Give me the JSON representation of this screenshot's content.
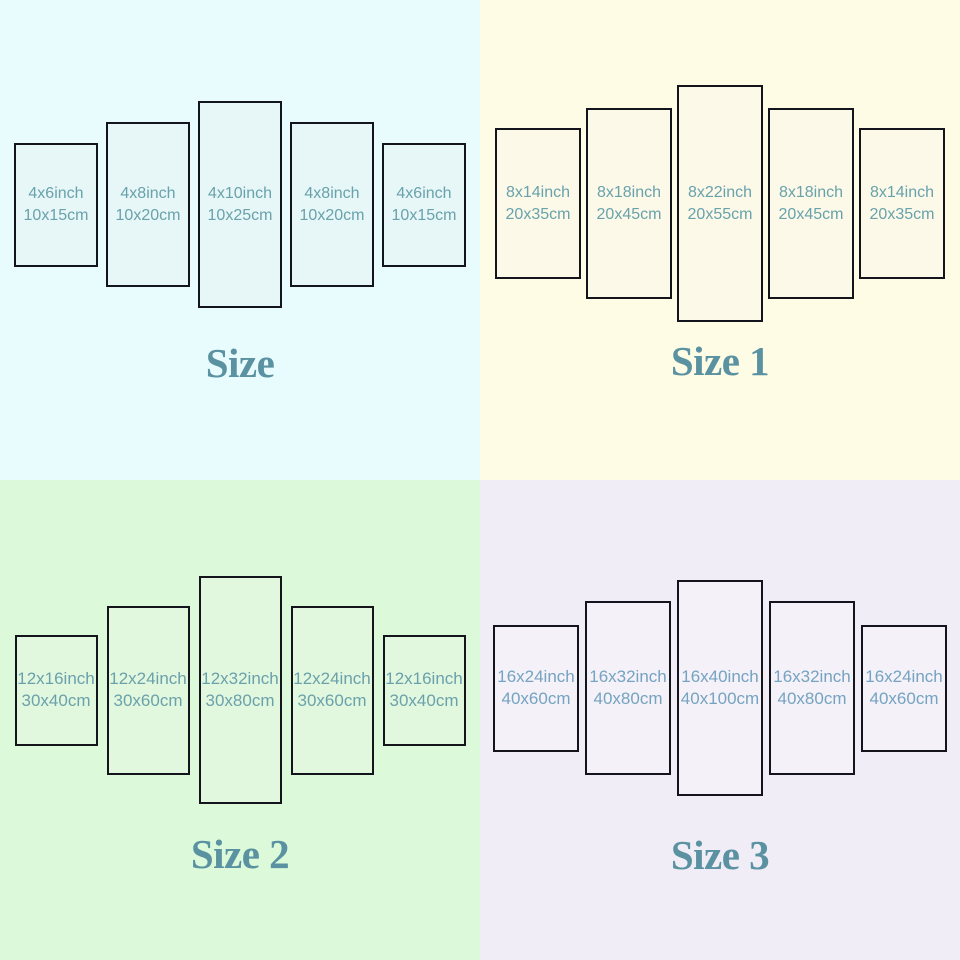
{
  "title_color": "#5a92a2",
  "panel_border_color": "#14141c",
  "quadrants": [
    {
      "title": "Size",
      "background": "#e9fcfd",
      "panel_fill": "#e7f6f7",
      "label_color": "#68a2ac",
      "panels": [
        {
          "line1": "4x6inch",
          "line2": "10x15cm"
        },
        {
          "line1": "4x8inch",
          "line2": "10x20cm"
        },
        {
          "line1": "4x10inch",
          "line2": "10x25cm"
        },
        {
          "line1": "4x8inch",
          "line2": "10x20cm"
        },
        {
          "line1": "4x6inch",
          "line2": "10x15cm"
        }
      ]
    },
    {
      "title": "Size 1",
      "background": "#fffce6",
      "panel_fill": "#fcf9e8",
      "label_color": "#68a2ac",
      "panels": [
        {
          "line1": "8x14inch",
          "line2": "20x35cm"
        },
        {
          "line1": "8x18inch",
          "line2": "20x45cm"
        },
        {
          "line1": "8x22inch",
          "line2": "20x55cm"
        },
        {
          "line1": "8x18inch",
          "line2": "20x45cm"
        },
        {
          "line1": "8x14inch",
          "line2": "20x35cm"
        }
      ]
    },
    {
      "title": "Size 2",
      "background": "#dcf9da",
      "panel_fill": "#e1f8df",
      "label_color": "#6ba1ab",
      "panels": [
        {
          "line1": "12x16inch",
          "line2": "30x40cm"
        },
        {
          "line1": "12x24inch",
          "line2": "30x60cm"
        },
        {
          "line1": "12x32inch",
          "line2": "30x80cm"
        },
        {
          "line1": "12x24inch",
          "line2": "30x60cm"
        },
        {
          "line1": "12x16inch",
          "line2": "30x40cm"
        }
      ]
    },
    {
      "title": "Size 3",
      "background": "#f1edf7",
      "panel_fill": "#f4f1f9",
      "label_color": "#75a3c0",
      "panels": [
        {
          "line1": "16x24inch",
          "line2": "40x60cm"
        },
        {
          "line1": "16x32inch",
          "line2": "40x80cm"
        },
        {
          "line1": "16x40inch",
          "line2": "40x100cm"
        },
        {
          "line1": "16x32inch",
          "line2": "40x80cm"
        },
        {
          "line1": "16x24inch",
          "line2": "40x60cm"
        }
      ]
    }
  ]
}
